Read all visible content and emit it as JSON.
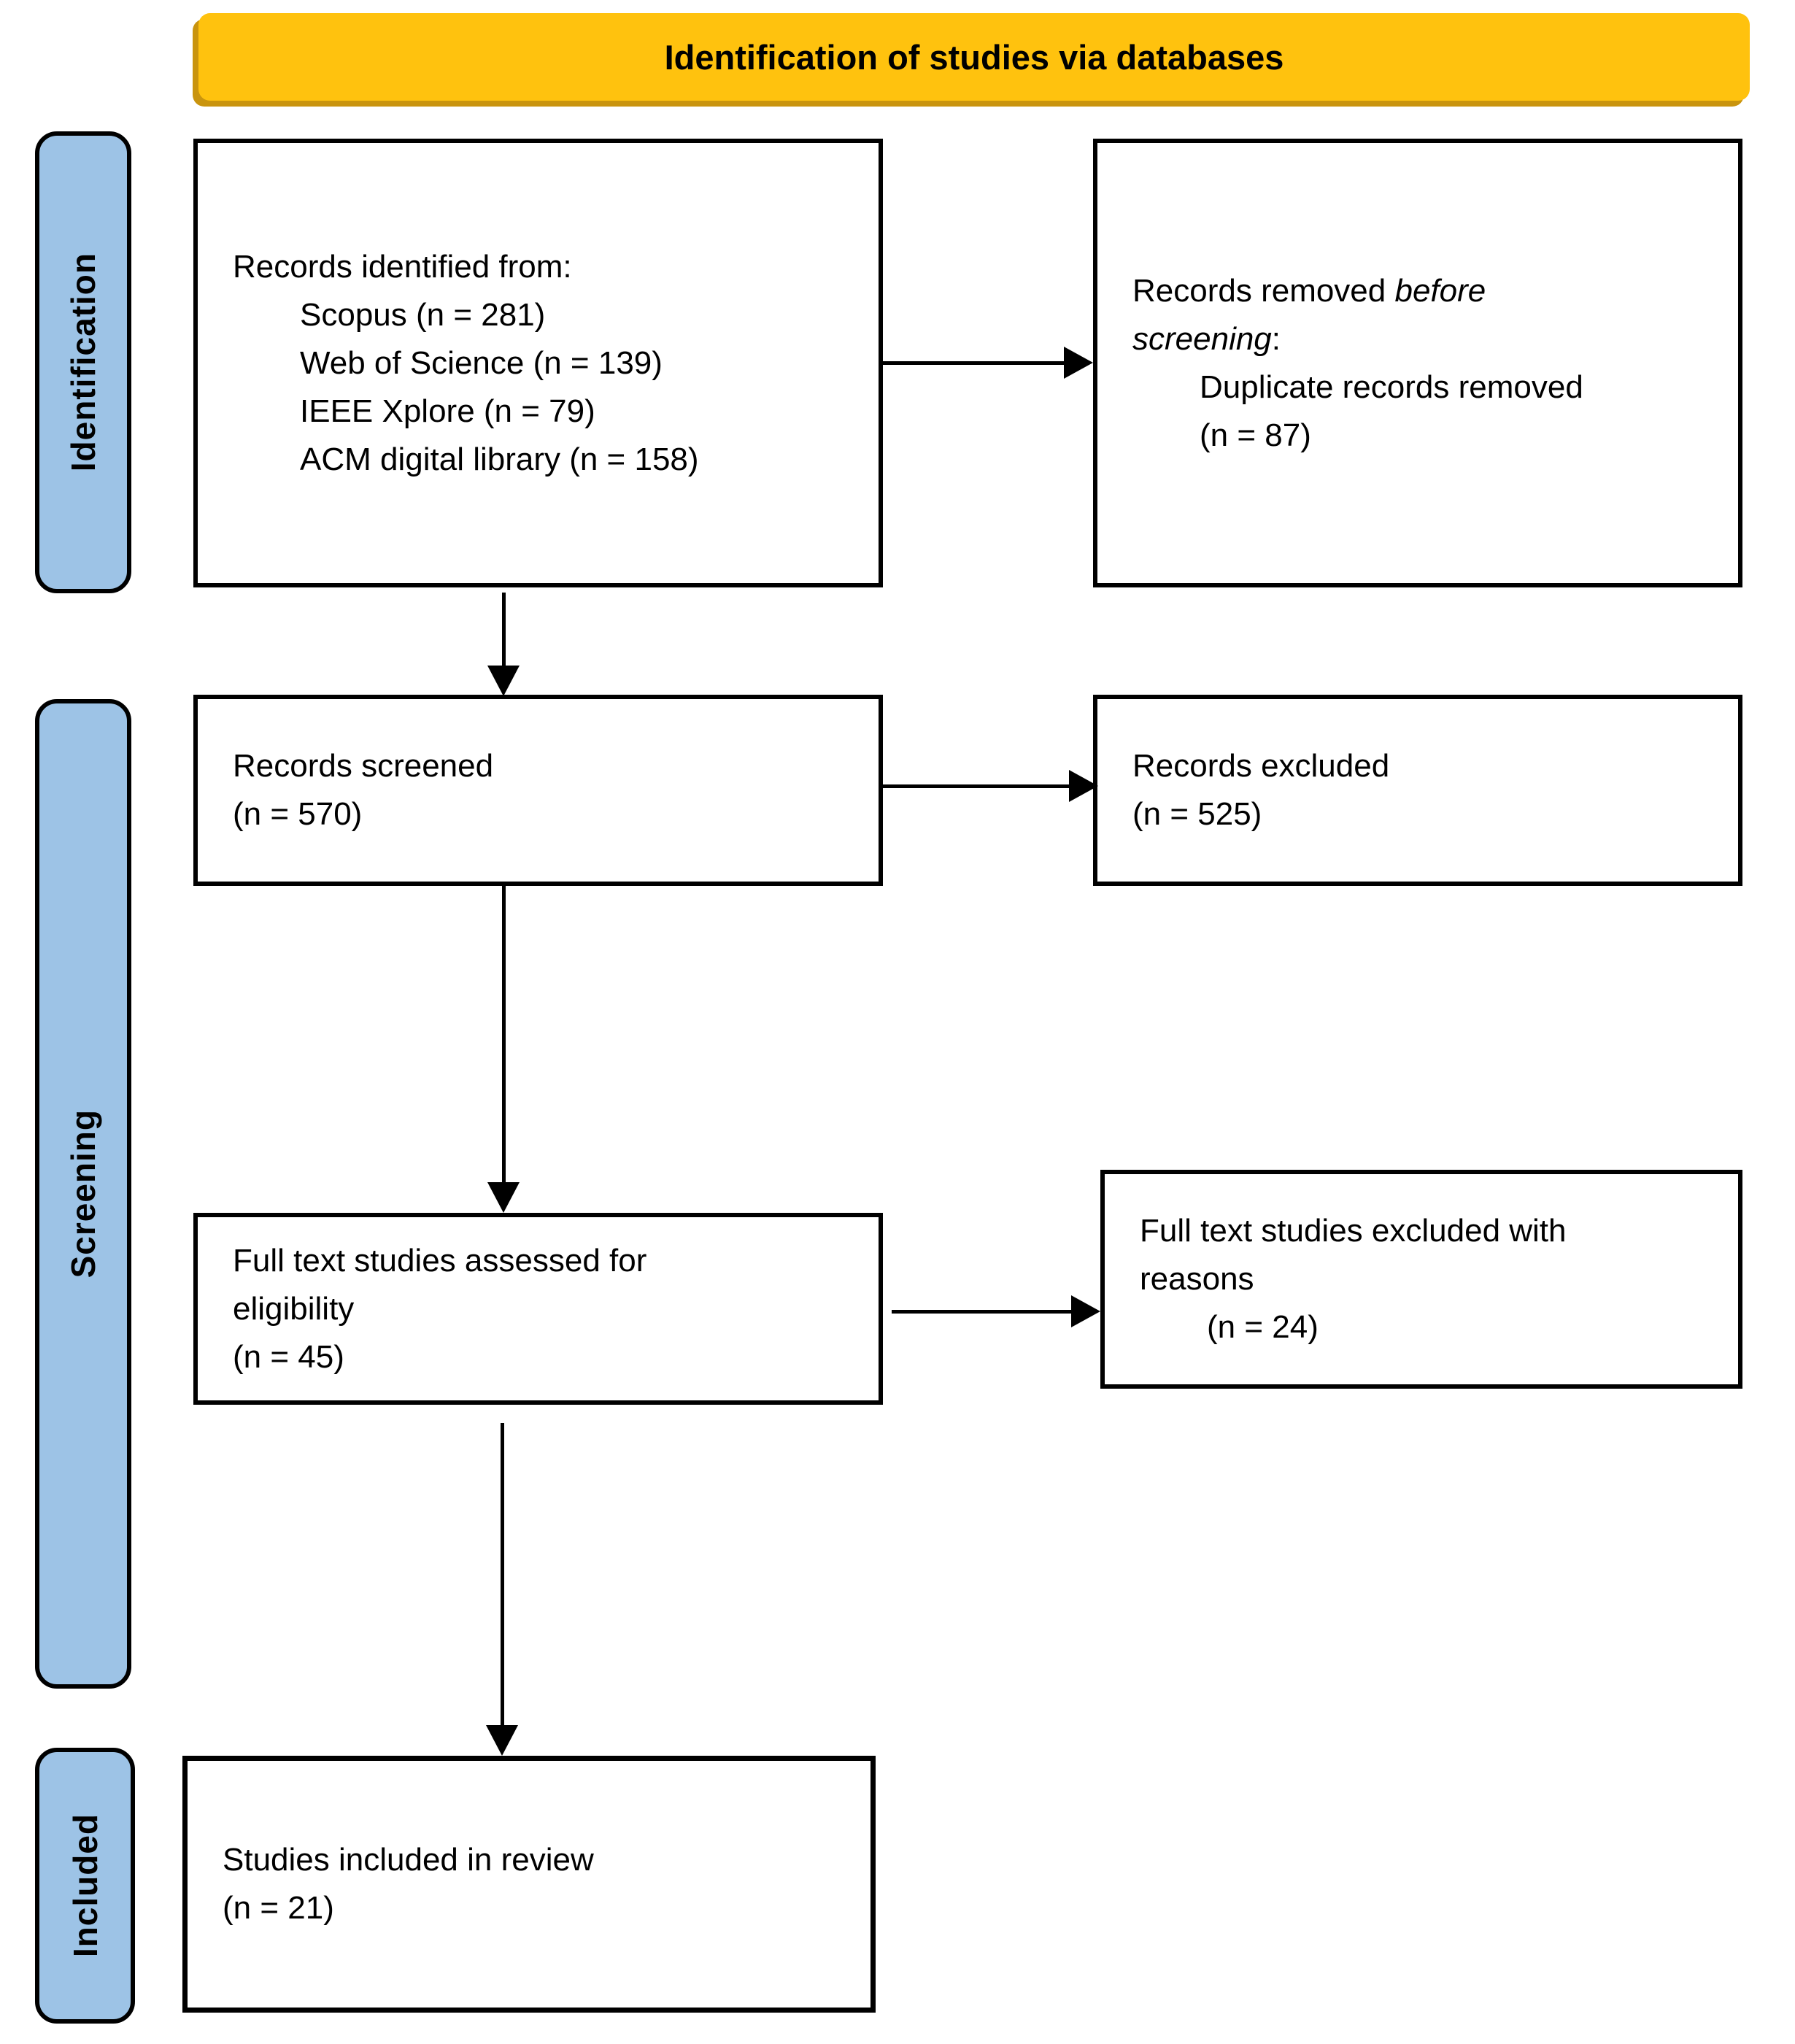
{
  "banner": {
    "title": "Identification of studies via databases"
  },
  "colors": {
    "banner_bg": "#FFC20E",
    "banner_shadow": "#C9940E",
    "stage_bg": "#9DC3E6",
    "border": "#000000"
  },
  "stages": {
    "identification": "Identification",
    "screening": "Screening",
    "included": "Included"
  },
  "boxes": {
    "records_identified": {
      "intro": "Records identified from:",
      "items": [
        "Scopus (n = 281)",
        "Web of Science (n = 139)",
        "IEEE Xplore (n = 79)",
        "ACM digital library (n = 158)"
      ]
    },
    "records_removed": {
      "l1_prefix": "Records removed ",
      "l1_italic": "before",
      "l2_italic": "screening",
      "l2_suffix": ":",
      "item": "Duplicate records removed",
      "count": "(n = 87)"
    },
    "records_screened": {
      "line1": "Records screened",
      "count": "(n = 570)"
    },
    "records_excluded": {
      "line1": "Records excluded",
      "count": "(n = 525)"
    },
    "fulltext_assessed": {
      "line1": "Full text studies assessed for",
      "line2": "eligibility",
      "count": "(n = 45)"
    },
    "fulltext_excluded": {
      "line1": "Full text studies excluded with",
      "line2": "reasons",
      "count": "(n = 24)"
    },
    "studies_included": {
      "line1": "Studies included in review",
      "count": "(n = 21)"
    }
  }
}
